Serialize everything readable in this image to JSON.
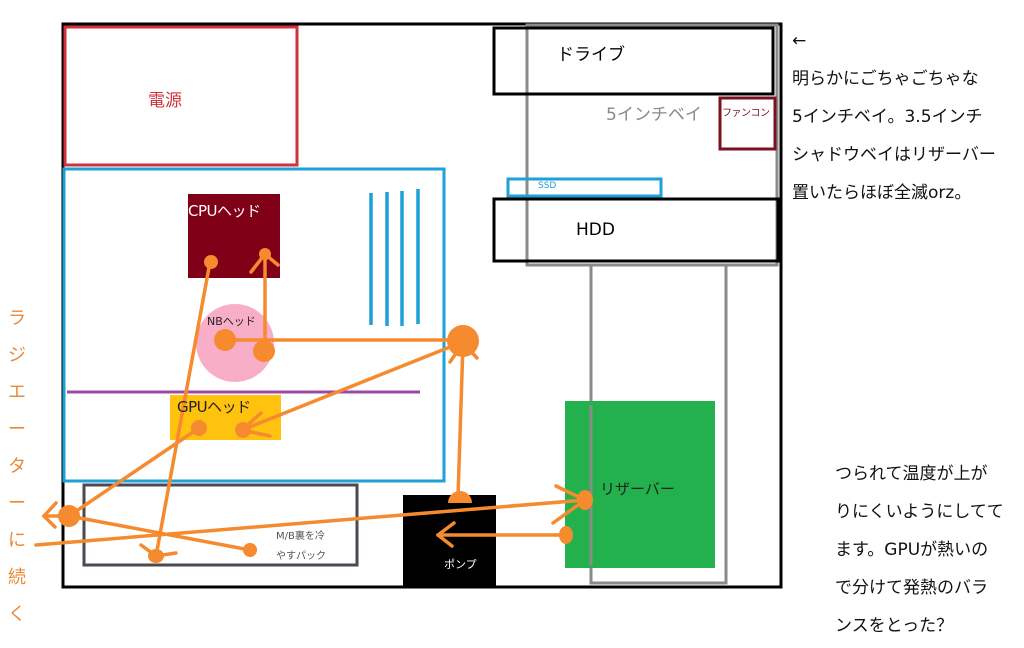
{
  "components": {
    "psu": {
      "label": "電源",
      "color": "#d0323c"
    },
    "drive": {
      "label": "ドライブ"
    },
    "bay5": {
      "label": "5インチベイ",
      "color": "#8a8a8a"
    },
    "fancon": {
      "label": "ファンコン",
      "color": "#7a1020"
    },
    "ssd": {
      "label": "SSD",
      "color": "#1ea0d8"
    },
    "hdd": {
      "label": "HDD"
    },
    "cpu_head": {
      "label": "CPUヘッド",
      "color": "#7f0017"
    },
    "nb_head": {
      "label": "NBヘッド",
      "color": "#f9aec8"
    },
    "gpu_head": {
      "label": "GPUヘッド",
      "color": "#ffc20e"
    },
    "mb_back_pack": {
      "label_line1": "M/B裏を冷",
      "label_line2": "やすパック"
    },
    "pump": {
      "label": "ポンプ",
      "color": "#000000"
    },
    "reservoir": {
      "label": "リザーバー",
      "color": "#22b14c"
    },
    "motherboard": {
      "color": "#1ea0d8"
    },
    "pcie_slot": {
      "color": "#9b4aa8"
    },
    "tubing": {
      "color": "#f58a2e"
    }
  },
  "notes": {
    "top_right": {
      "arrow": "←",
      "lines": [
        "明らかにごちゃごちゃな",
        "5インチベイ。3.5インチ",
        "シャドウベイはリザーバー",
        "置いたらほぼ全滅orz。"
      ]
    },
    "bottom_right": {
      "lines": [
        "つられて温度が上が",
        "りにくいようにしてて",
        "ます。GPUが熱いの",
        "で分けて発熱のバラ",
        "ンスをとった？"
      ]
    },
    "left_vertical": {
      "chars": [
        "ラ",
        "ジ",
        "エ",
        "ー",
        "タ",
        "ー",
        "に",
        "続",
        "く"
      ]
    }
  }
}
